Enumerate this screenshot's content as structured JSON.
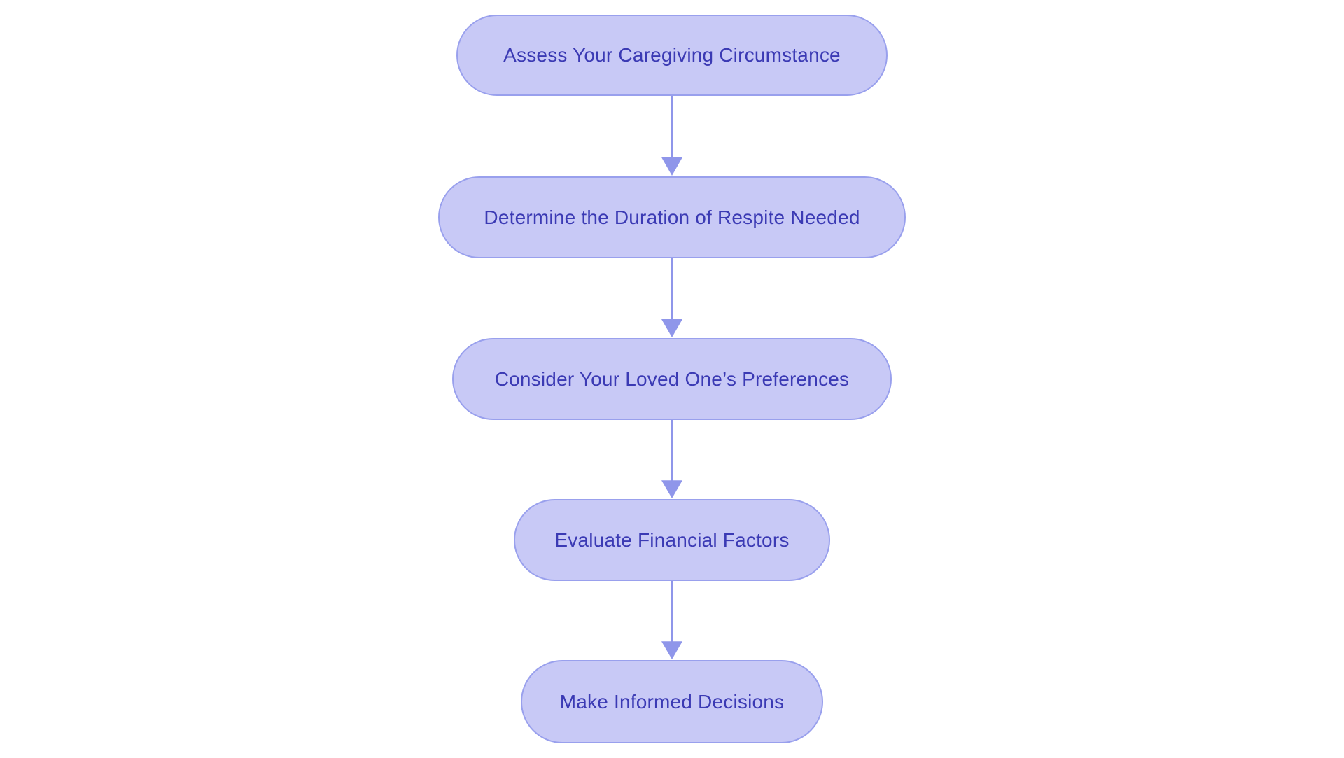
{
  "diagram": {
    "type": "flowchart",
    "direction": "top-down",
    "nodes": [
      {
        "id": "step-1",
        "label": "Assess Your Caregiving Circumstance"
      },
      {
        "id": "step-2",
        "label": "Determine the Duration of Respite Needed"
      },
      {
        "id": "step-3",
        "label": "Consider Your Loved One’s Preferences"
      },
      {
        "id": "step-4",
        "label": "Evaluate Financial Factors"
      },
      {
        "id": "step-5",
        "label": "Make Informed Decisions"
      }
    ],
    "edges": [
      {
        "from": "step-1",
        "to": "step-2"
      },
      {
        "from": "step-2",
        "to": "step-3"
      },
      {
        "from": "step-3",
        "to": "step-4"
      },
      {
        "from": "step-4",
        "to": "step-5"
      }
    ],
    "colors": {
      "background": "#ffffff",
      "node_fill": "#c8c9f6",
      "node_border": "#99a0ed",
      "node_text": "#3b3ab4",
      "arrow": "#8f96ea"
    }
  }
}
